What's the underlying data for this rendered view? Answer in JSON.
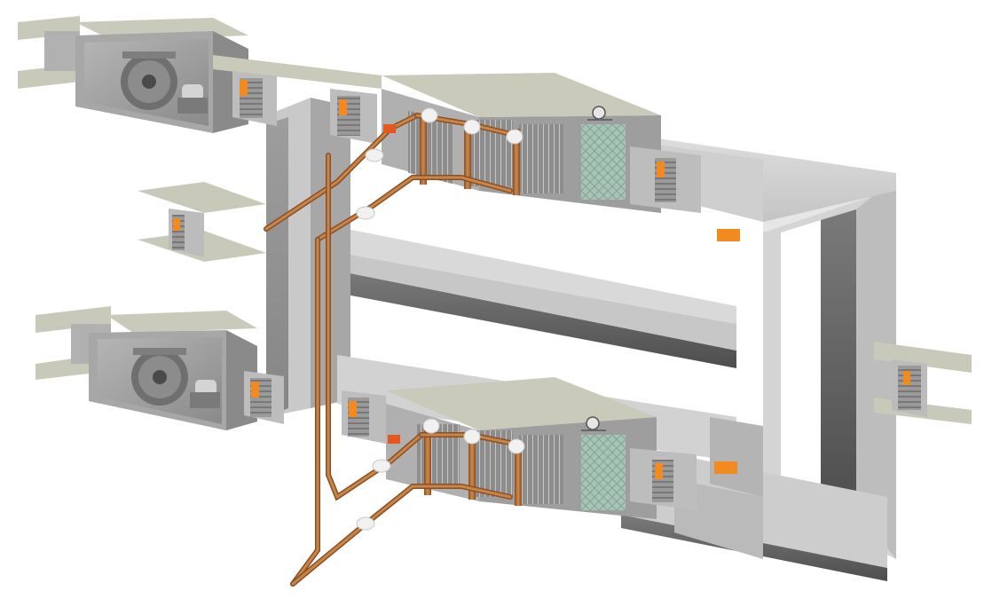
{
  "diagram": {
    "colors": {
      "background": "#ffffff",
      "roof": "#c9c9b9",
      "roof_edge": "#b3b3a1",
      "duct_light": "#d6d6d6",
      "duct_mid": "#bcbcbc",
      "duct_dark": "#6a6a6a",
      "duct_shadow": "#4c4c4c",
      "housing_inner": "#9c9c9c",
      "copper": "#b87333",
      "copper_dark": "#7d4a1f",
      "actuator": "#f28a1f",
      "insulation": "#f2f2f2",
      "filter_green": "#8fb8a6",
      "fan_grey": "#6f6f6f"
    },
    "components": [
      {
        "kind": "fan-unit",
        "id": "upper"
      },
      {
        "kind": "fan-unit",
        "id": "lower"
      },
      {
        "kind": "coil-section",
        "id": "upper"
      },
      {
        "kind": "coil-section",
        "id": "lower"
      }
    ]
  }
}
